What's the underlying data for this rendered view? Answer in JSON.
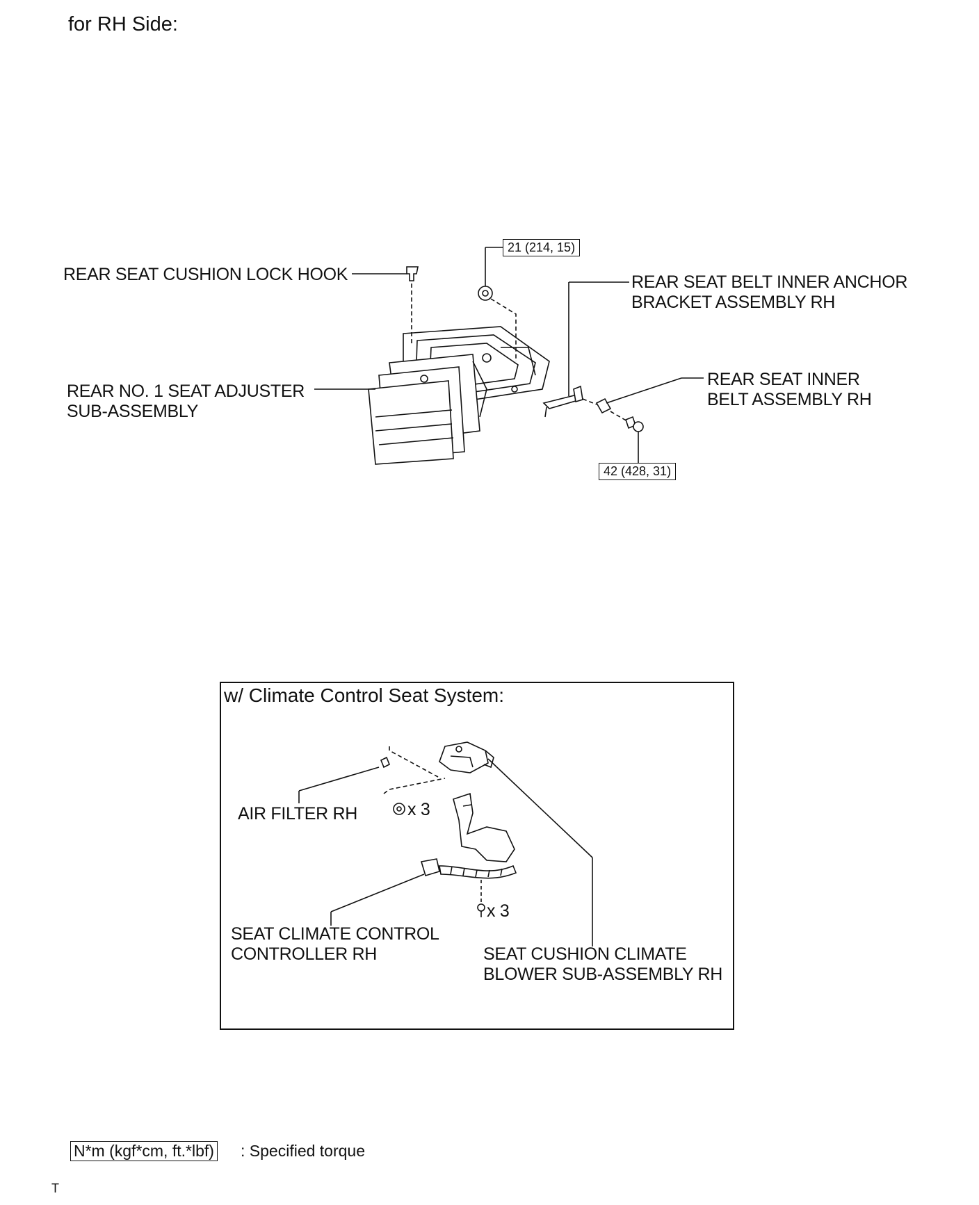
{
  "page": {
    "side_title": "for RH Side:",
    "footer_mark": "T"
  },
  "upper_diagram": {
    "labels": {
      "lock_hook": "REAR SEAT CUSHION LOCK HOOK",
      "adjuster_line1": "REAR NO. 1 SEAT ADJUSTER",
      "adjuster_line2": "SUB-ASSEMBLY",
      "anchor_line1": "REAR SEAT BELT INNER ANCHOR",
      "anchor_line2": "BRACKET ASSEMBLY RH",
      "inner_belt_line1": "REAR SEAT INNER",
      "inner_belt_line2": "BELT ASSEMBLY RH"
    },
    "torques": {
      "nut": "21 (214, 15)",
      "bolt": "42 (428, 31)"
    }
  },
  "climate_panel": {
    "title": "w/ Climate Control Seat System:",
    "labels": {
      "air_filter": "AIR FILTER RH",
      "nut_qty": "x 3",
      "screw_qty": "x 3",
      "controller_line1": "SEAT CLIMATE CONTROL",
      "controller_line2": "CONTROLLER RH",
      "blower_line1": "SEAT CUSHION CLIMATE",
      "blower_line2": "BLOWER SUB-ASSEMBLY RH"
    }
  },
  "legend": {
    "box_text": "N*m (kgf*cm, ft.*lbf)",
    "description": ": Specified torque"
  }
}
